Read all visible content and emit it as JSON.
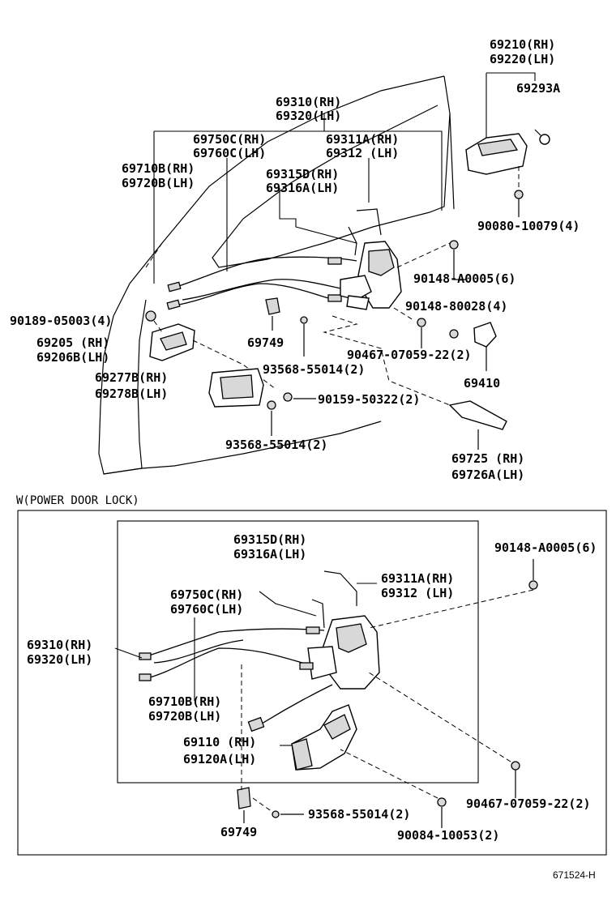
{
  "labels": {
    "p69210": "69210(RH)",
    "p69220": "69220(LH)",
    "p69293a": "69293A",
    "p90080": "90080-10079(4)",
    "p69310_top": "69310(RH)",
    "p69320_top": "69320(LH)",
    "p69750c_top": "69750C(RH)",
    "p69760c_top": "69760C(LH)",
    "p69311a_top": "69311A(RH)",
    "p69312_top": "69312  (LH)",
    "p69710b_top": "69710B(RH)",
    "p69720b_top": "69720B(LH)",
    "p69315d_top": "69315D(RH)",
    "p69316a_top": "69316A(LH)",
    "p90148_a0005_top": "90148-A0005(6)",
    "p90189": "90189-05003(4)",
    "p90148_80028": "90148-80028(4)",
    "p69205": "69205 (RH)",
    "p69206b": "69206B(LH)",
    "p69749_top": "69749",
    "p90467_top": "90467-07059-22(2)",
    "p93568_a": "93568-55014(2)",
    "p69410": "69410",
    "p69277b": "69277B(RH)",
    "p69278b": "69278B(LH)",
    "p90159": "90159-50322(2)",
    "p69725": "69725 (RH)",
    "p69726a": "69726A(LH)",
    "p93568_b": "93568-55014(2)",
    "section_title": "W(POWER DOOR LOCK)",
    "p69315d_bot": "69315D(RH)",
    "p69316a_bot": "69316A(LH)",
    "p90148_a0005_bot": "90148-A0005(6)",
    "p69311a_bot": "69311A(RH)",
    "p69312_bot": "69312  (LH)",
    "p69750c_bot": "69750C(RH)",
    "p69760c_bot": "69760C(LH)",
    "p69310_bot": "69310(RH)",
    "p69320_bot": "69320(LH)",
    "p69710b_bot": "69710B(RH)",
    "p69720b_bot": "69720B(LH)",
    "p69110": "69110 (RH)",
    "p69120a": "69120A(LH)",
    "p90467_bot": "90467-07059-22(2)",
    "p93568_c": "93568-55014(2)",
    "p90084": "90084-10053(2)",
    "p69749_bot": "69749",
    "figure_id": "671524-H"
  }
}
